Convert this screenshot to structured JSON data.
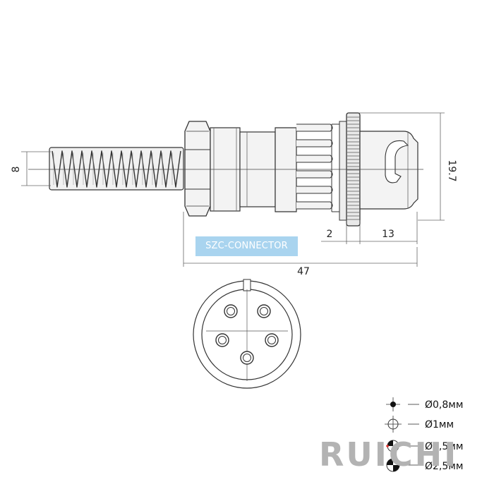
{
  "label": {
    "text": "SZC-CONNECTOR",
    "color": "#a9d4ef"
  },
  "brand": {
    "text": "RUICHI",
    "color": "#b3b3b3"
  },
  "dimensions": {
    "spring_diameter": "8",
    "body_height": "19.7",
    "flange_width": "2",
    "tip_length": "13",
    "overall_length": "47"
  },
  "legend": [
    {
      "icon": "filled-dot-0-8-icon",
      "label": "Ø0,8мм"
    },
    {
      "icon": "crosshair-1-icon",
      "label": "Ø1мм"
    },
    {
      "icon": "half-filled-1-5-icon",
      "label": "Ø1,5мм"
    },
    {
      "icon": "quarter-filled-2-5-icon",
      "label": "Ø2,5мм"
    }
  ]
}
